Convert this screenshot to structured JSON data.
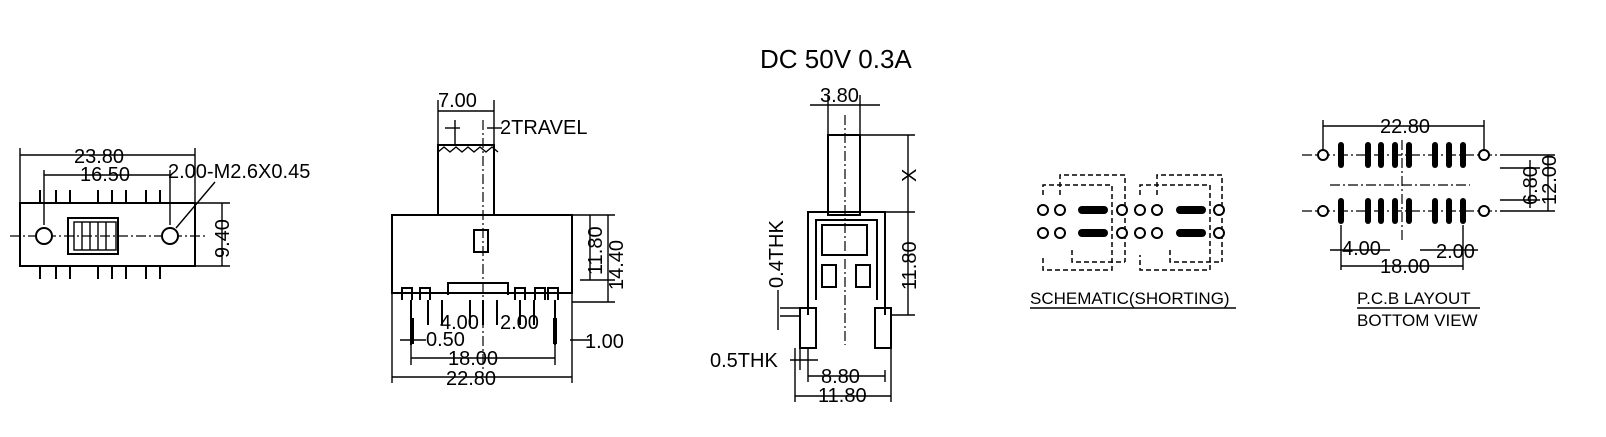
{
  "rating": "DC  50V  0.3A",
  "top_view": {
    "width_total": "23.80",
    "hole_pitch": "16.50",
    "mount_note": "2.00-M2.6X0.45",
    "height": "9.40"
  },
  "front_view": {
    "actuator_width": "7.00",
    "travel": "2TRAVEL",
    "body_height": "11.80",
    "overall_height": "14.40",
    "pin_pitch_a": "4.00",
    "pin_pitch_b": "2.00",
    "pin_offset": "0.50",
    "pin_span": "18.00",
    "total_width": "22.80",
    "tab_width": "1.00"
  },
  "side_view": {
    "actuator_width": "3.80",
    "actuator_height": "X",
    "body_height": "11.80",
    "plate_thickness": "0.4THK",
    "tab_thickness": "0.5THK",
    "pin_spacing": "8.80",
    "outer_width": "11.80"
  },
  "schematic": {
    "label": "SCHEMATIC(SHORTING)"
  },
  "pcb": {
    "width": "22.80",
    "row_pitch": "6.80",
    "overall": "12.00",
    "pitch_a": "4.00",
    "pitch_b": "2.00",
    "span": "18.00",
    "label_line1": "P.C.B LAYOUT",
    "label_line2": "BOTTOM VIEW"
  }
}
